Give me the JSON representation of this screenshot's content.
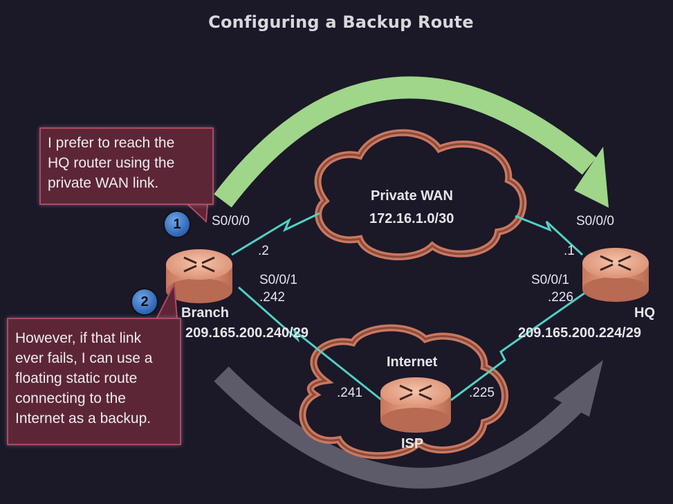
{
  "title": "Configuring a Backup Route",
  "callouts": {
    "one": {
      "number": "1",
      "lines": [
        "I prefer to reach the",
        "HQ router using the",
        "private WAN link."
      ]
    },
    "two": {
      "number": "2",
      "lines": [
        "However, if that link",
        "ever fails, I can use a",
        "floating static route",
        "connecting to the",
        "Internet as a backup."
      ]
    }
  },
  "routers": {
    "branch": {
      "name": "Branch",
      "network": "209.165.200.240/29"
    },
    "hq": {
      "name": "HQ",
      "network": "209.165.200.224/29"
    },
    "isp": {
      "name": "ISP"
    }
  },
  "clouds": {
    "private_wan": {
      "name": "Private WAN",
      "network": "172.16.1.0/30"
    },
    "internet": {
      "name": "Internet"
    }
  },
  "interfaces": {
    "branch_s000": "S0/0/0",
    "branch_s000_ip": ".2",
    "branch_s001": "S0/0/1",
    "branch_s001_ip": ".242",
    "hq_s000": "S0/0/0",
    "hq_s000_ip": ".1",
    "hq_s001": "S0/0/1",
    "hq_s001_ip": ".226",
    "isp_left_ip": ".241",
    "isp_right_ip": ".225"
  },
  "colors": {
    "background": "#1b1828",
    "primary_arrow": "#9fd68a",
    "backup_arrow": "#5d5b6a",
    "link": "#4fd1c5",
    "router": "#e8a488",
    "cloud_outline": "#c9785f",
    "callout_fill": "#5d2636",
    "badge": "#3f7fd0"
  }
}
